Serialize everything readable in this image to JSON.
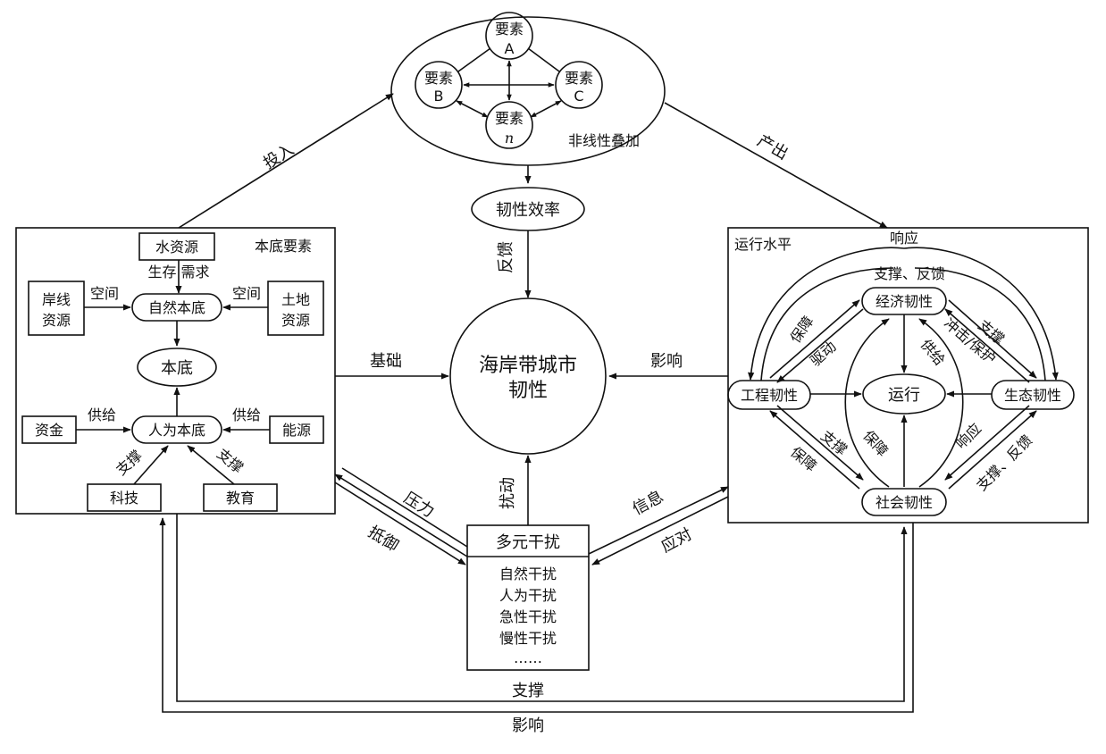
{
  "center": {
    "line1": "海岸带城市",
    "line2": "韧性"
  },
  "top_ellipse": {
    "nodes": {
      "a": {
        "l1": "要素",
        "l2": "A"
      },
      "b": {
        "l1": "要素",
        "l2": "B"
      },
      "c": {
        "l1": "要素",
        "l2": "C"
      },
      "n": {
        "l1": "要素",
        "l2": "n"
      }
    },
    "overlay_label": "非线性叠加"
  },
  "efficiency": "韧性效率",
  "arrows": {
    "input": "投入",
    "output": "产出",
    "feedback": "反馈",
    "foundation": "基础",
    "influence": "影响",
    "disturb": "扰动",
    "pressure": "压力",
    "resist": "抵御",
    "info": "信息",
    "respond": "应对",
    "support_bottom": "支撑",
    "influence_bottom": "影响"
  },
  "left_panel": {
    "title": "本底要素",
    "water": "水资源",
    "water_note": "生存 需求",
    "shore_l1": "岸线",
    "shore_l2": "资源",
    "land_l1": "土地",
    "land_l2": "资源",
    "space_left": "空间",
    "space_right": "空间",
    "natural": "自然本底",
    "base": "本底",
    "human": "人为本底",
    "capital": "资金",
    "energy": "能源",
    "supply_left": "供给",
    "supply_right": "供给",
    "tech": "科技",
    "edu": "教育",
    "support_left": "支撑",
    "support_right": "支撑"
  },
  "right_panel": {
    "title": "运行水平",
    "respond": "响应",
    "support_feedback_top": "支撑、反馈",
    "economic": "经济韧性",
    "engineering": "工程韧性",
    "ecological": "生态韧性",
    "social": "社会韧性",
    "operation": "运行",
    "guarantee_tl": "保障",
    "drive": "驱动",
    "support_tr": "支撑",
    "impact_protect": "冲击/保护",
    "supply": "供给",
    "support_bl": "支撑",
    "guarantee_bl": "保障",
    "guarantee_c": "保障",
    "respond_br": "响应",
    "support_feedback_br": "支撑、反馈"
  },
  "disturbance": {
    "title": "多元干扰",
    "items": [
      "自然干扰",
      "人为干扰",
      "急性干扰",
      "慢性干扰",
      "……"
    ]
  }
}
